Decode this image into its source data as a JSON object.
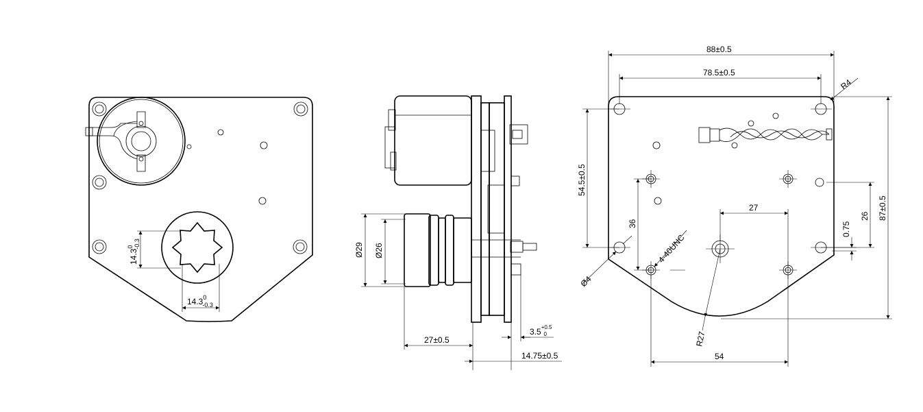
{
  "front_view": {
    "dim_vertical": {
      "nominal": "14.3",
      "tol_upper": "0",
      "tol_lower": "-0.3"
    },
    "dim_horizontal": {
      "nominal": "14.3",
      "tol_upper": "0",
      "tol_lower": "-0.3"
    }
  },
  "side_view": {
    "dia_29": "Ø29",
    "dia_26": "Ø26",
    "len_27": "27±0.5",
    "len_3_5": {
      "nominal": "3.5",
      "tol_upper": "+0.5",
      "tol_lower": "0"
    },
    "len_14_75": "14.75±0.5"
  },
  "rear_view": {
    "width_88": "88±0.5",
    "width_78_5": "78.5±0.5",
    "radius_4": "R4",
    "height_54_5": "54.5±0.5",
    "height_36": "36",
    "thread": "4-40UNC",
    "dia_4": "Ø4",
    "offset_27": "27",
    "offset_0_75": "0.75",
    "offset_26": "26",
    "height_87": "87±0.5",
    "radius_27": "R27",
    "width_54": "54"
  }
}
